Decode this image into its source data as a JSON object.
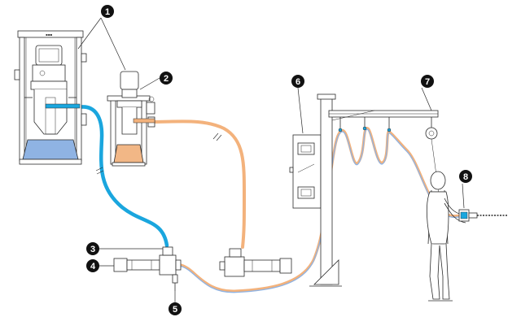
{
  "diagram": {
    "colors": {
      "line": "#2b2b2b",
      "cyan_hose": "#1aa6de",
      "orange_hose": "#f3b27c",
      "blue_fluid": "#8fb3e3",
      "orange_fluid": "#f2b786",
      "callout_fill": "#111111",
      "callout_text": "#ffffff"
    },
    "callouts": [
      {
        "id": "1",
        "label": "1"
      },
      {
        "id": "2",
        "label": "2"
      },
      {
        "id": "3",
        "label": "3"
      },
      {
        "id": "4",
        "label": "4"
      },
      {
        "id": "5",
        "label": "5"
      },
      {
        "id": "6",
        "label": "6"
      },
      {
        "id": "7",
        "label": "7"
      },
      {
        "id": "8",
        "label": "8"
      }
    ],
    "components": [
      {
        "name": "base-material-pump-station",
        "icon": "drum-pump-icon"
      },
      {
        "name": "catalyst-pump-station",
        "icon": "pail-pump-icon"
      },
      {
        "name": "static-mixer",
        "icon": "mixer-icon"
      },
      {
        "name": "metering-cylinders",
        "icon": "cylinder-icon"
      },
      {
        "name": "mix-outlet",
        "icon": "outlet-icon"
      },
      {
        "name": "control-cabinet",
        "icon": "cabinet-icon"
      },
      {
        "name": "boom-arm",
        "icon": "boom-icon"
      },
      {
        "name": "dispense-valve",
        "icon": "gun-icon"
      }
    ]
  }
}
